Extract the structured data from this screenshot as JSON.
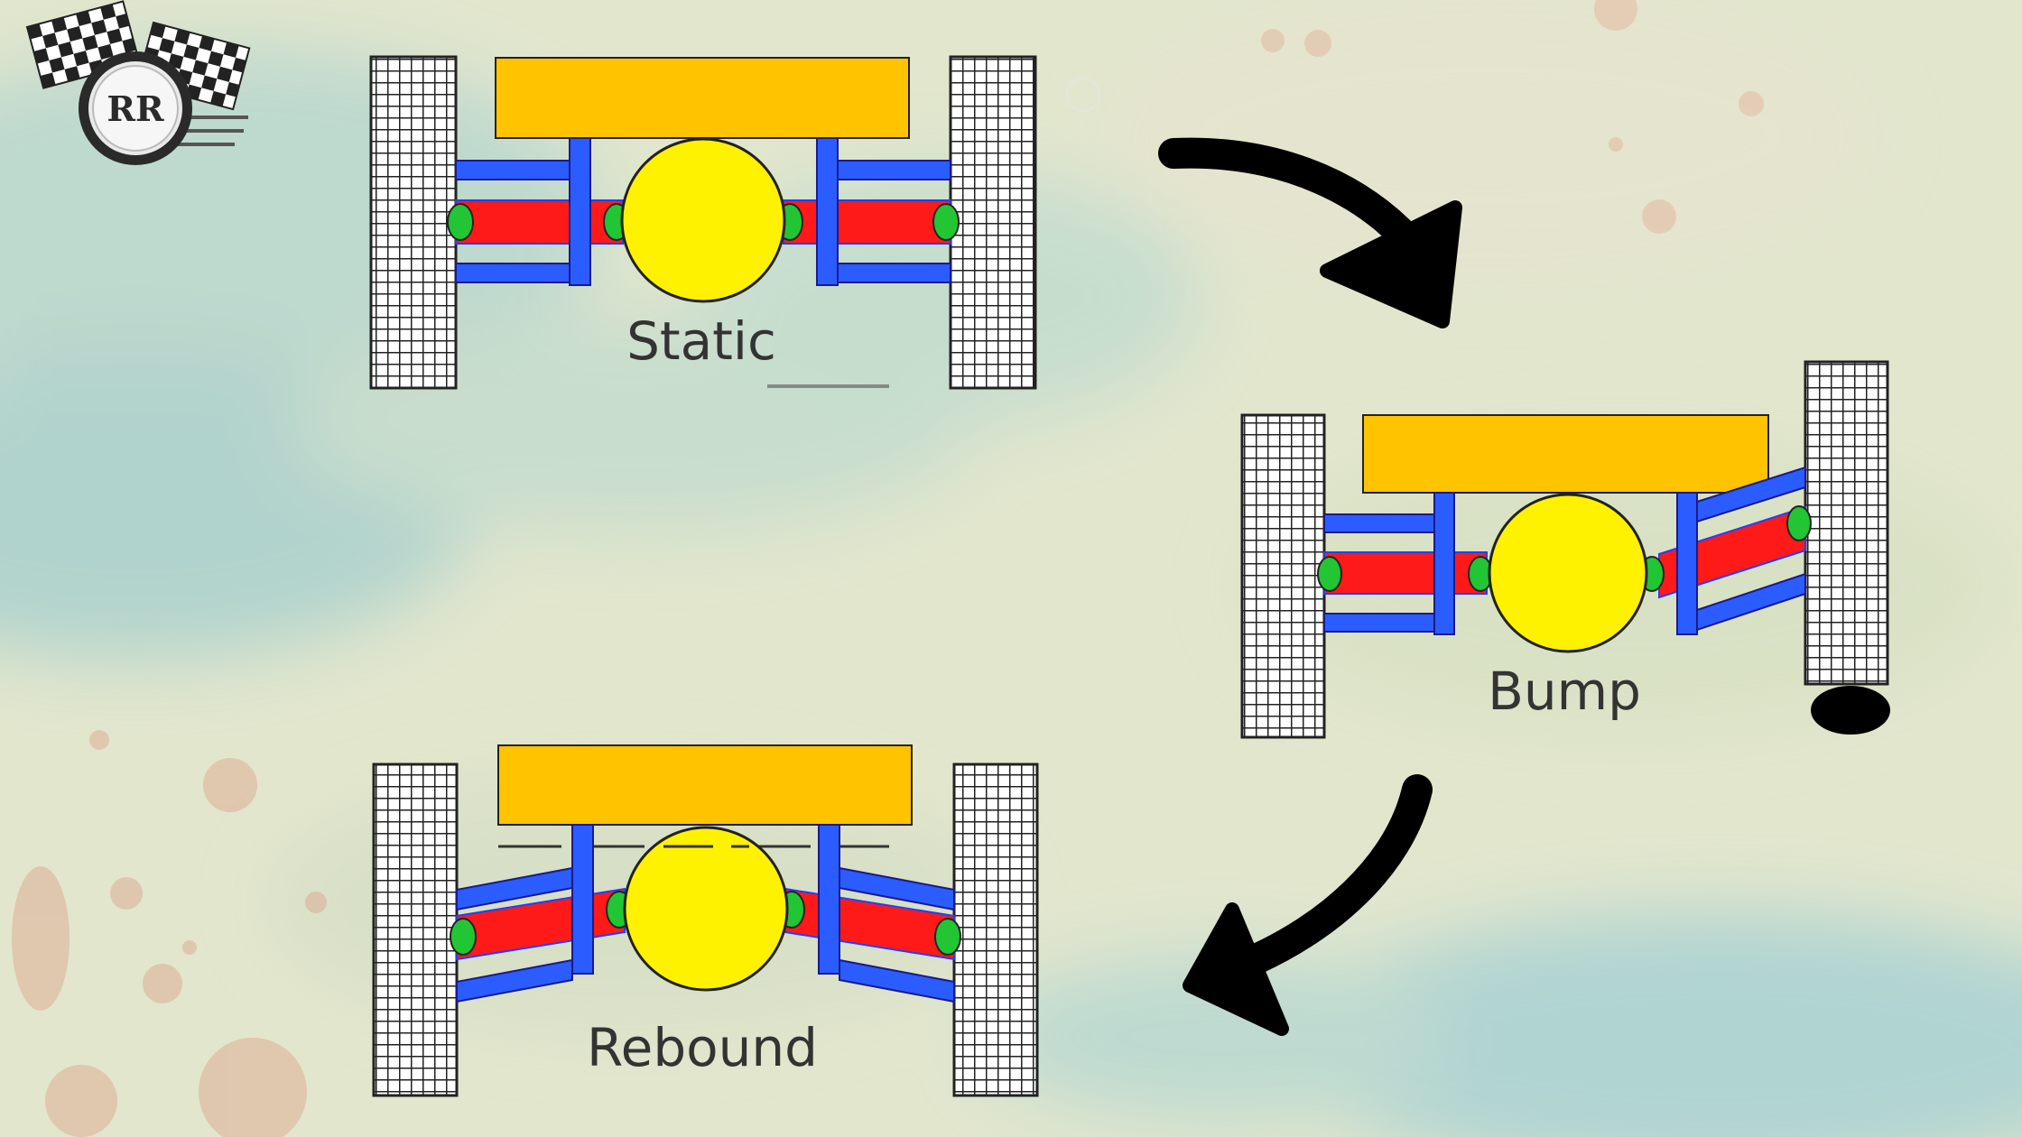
{
  "logo": {
    "initials": "RR",
    "icon": "checkered-flag-wheel-icon"
  },
  "diagram": {
    "panels": [
      {
        "id": "static",
        "label": "Static"
      },
      {
        "id": "bump",
        "label": "Bump"
      },
      {
        "id": "rebound",
        "label": "Rebound"
      }
    ],
    "arrows": [
      {
        "from": "static",
        "to": "bump",
        "icon": "curved-arrow-down-right-icon"
      },
      {
        "from": "bump",
        "to": "rebound",
        "icon": "curved-arrow-down-left-icon"
      }
    ]
  },
  "colors": {
    "chassis": "#ffc300",
    "differential": "#fff200",
    "drive_shaft": "#ff1a1a",
    "links": "#2b5cff",
    "joints": "#22c534",
    "tyre": "#ffffff",
    "tyre_grid": "#222222",
    "arrow": "#000000"
  }
}
